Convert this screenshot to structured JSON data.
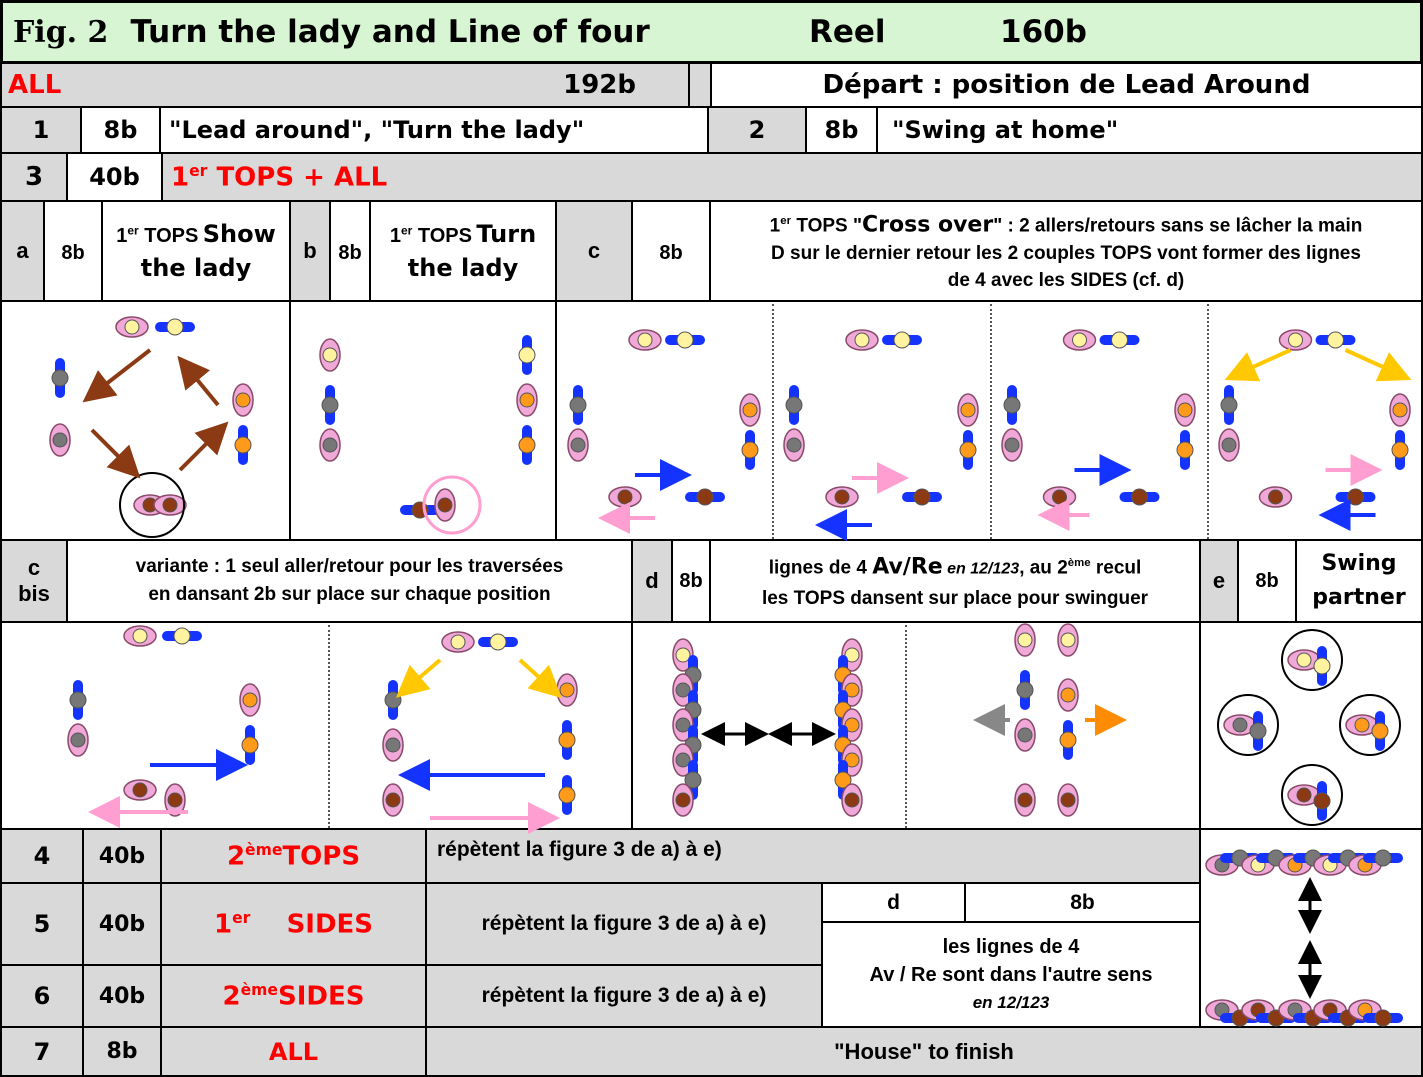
{
  "title": {
    "fig": "Fig. 2",
    "name": "Turn the lady and Line of four",
    "type": "Reel",
    "beats": "160b"
  },
  "row1": {
    "who": "ALL",
    "beats": "192b",
    "depart": "Départ : position de Lead Around"
  },
  "row2": {
    "n1": "1",
    "b1": "8b",
    "t1": "\"Lead around\", \"Turn the lady\"",
    "n2": "2",
    "b2": "8b",
    "t2": "\"Swing at home\""
  },
  "row3": {
    "n": "3",
    "b": "40b",
    "sup": "er",
    "pre": "1",
    "who": "TOPS +  ALL"
  },
  "stepA": {
    "l": "a",
    "b": "8b",
    "sup": "er",
    "t1": "1",
    "t2": "TOPS",
    "t3": "Show",
    "t4": "the lady"
  },
  "stepB": {
    "l": "b",
    "b": "8b",
    "sup": "er",
    "t1": "1",
    "t2": "TOPS",
    "t3": "Turn",
    "t4": "the lady"
  },
  "stepC": {
    "l": "c",
    "b": "8b",
    "sup": "er",
    "pre": "1",
    "tops": "TOPS \"",
    "cross": "Cross over",
    "post": "\" :  2 allers/retours sans se lâcher la main",
    "line2": "D sur le dernier retour les 2 couples TOPS vont former des lignes",
    "line3": "de 4 avec les SIDES (cf. d)"
  },
  "stepCbis": {
    "l1": "c",
    "l2": "bis",
    "t1": "variante : 1 seul aller/retour pour les traversées",
    "t2": "en dansant 2b sur place sur chaque position"
  },
  "stepD": {
    "l": "d",
    "b": "8b",
    "t1a": "lignes de 4 ",
    "t1b": "Av/Re",
    "t1c": " en 12/123",
    "t1d": ", au 2",
    "t1sup": "ème",
    "t1e": " recul",
    "t2": "les TOPS dansent sur place pour swinguer"
  },
  "stepE": {
    "l": "e",
    "b": "8b",
    "t1": "Swing",
    "t2": "partner"
  },
  "row4": {
    "n": "4",
    "b": "40b",
    "pre": "2",
    "sup": "ème",
    "who": "TOPS",
    "txt": "répètent la figure 3 de a) à e)"
  },
  "row5": {
    "n": "5",
    "b": "40b",
    "pre": "1",
    "sup": "er",
    "who": "SIDES",
    "txt": "répètent la figure 3 de a) à e)",
    "d": "d",
    "db": "8b",
    "dn1": "les lignes de 4",
    "dn2": "Av / Re sont dans l'autre sens",
    "dn3": "en 12/123"
  },
  "row6": {
    "n": "6",
    "b": "40b",
    "pre": "2",
    "sup": "ème",
    "who": "SIDES",
    "txt": "répètent la figure 3 de a) à e)"
  },
  "row7": {
    "n": "7",
    "b": "8b",
    "who": "ALL",
    "txt": "\"House\" to finish"
  },
  "colors": {
    "header": "#d7f5d3",
    "grey": "#d9d9d9",
    "red": "#ff0000",
    "brown": "#8b3a14",
    "blue": "#1533ff",
    "pink": "#ff9ed0",
    "yellow": "#ffc800",
    "orange": "#ff8c00",
    "dancer_pink": "#f0a8d8"
  }
}
